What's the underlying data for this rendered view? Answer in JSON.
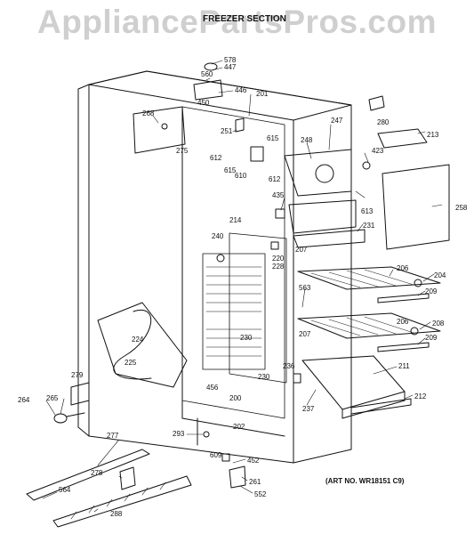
{
  "watermark": "AppliancePartsPros.com",
  "section_title": "FREEZER SECTION",
  "art_number": "(ART NO. WR18151 C9)",
  "callouts": [
    {
      "id": "578"
    },
    {
      "id": "447"
    },
    {
      "id": "560"
    },
    {
      "id": "446"
    },
    {
      "id": "450"
    },
    {
      "id": "201"
    },
    {
      "id": "268"
    },
    {
      "id": "275"
    },
    {
      "id": "251"
    },
    {
      "id": "247"
    },
    {
      "id": "280"
    },
    {
      "id": "213"
    },
    {
      "id": "615"
    },
    {
      "id": "248"
    },
    {
      "id": "612"
    },
    {
      "id": "423"
    },
    {
      "id": "615"
    },
    {
      "id": "610"
    },
    {
      "id": "612"
    },
    {
      "id": "613"
    },
    {
      "id": "435"
    },
    {
      "id": "258"
    },
    {
      "id": "231"
    },
    {
      "id": "214"
    },
    {
      "id": "240"
    },
    {
      "id": "207"
    },
    {
      "id": "220"
    },
    {
      "id": "228"
    },
    {
      "id": "206"
    },
    {
      "id": "204"
    },
    {
      "id": "563"
    },
    {
      "id": "209"
    },
    {
      "id": "206"
    },
    {
      "id": "208"
    },
    {
      "id": "207"
    },
    {
      "id": "209"
    },
    {
      "id": "224"
    },
    {
      "id": "230"
    },
    {
      "id": "225"
    },
    {
      "id": "211"
    },
    {
      "id": "236"
    },
    {
      "id": "230"
    },
    {
      "id": "279"
    },
    {
      "id": "456"
    },
    {
      "id": "212"
    },
    {
      "id": "200"
    },
    {
      "id": "264"
    },
    {
      "id": "265"
    },
    {
      "id": "237"
    },
    {
      "id": "202"
    },
    {
      "id": "293"
    },
    {
      "id": "277"
    },
    {
      "id": "609"
    },
    {
      "id": "452"
    },
    {
      "id": "278"
    },
    {
      "id": "261"
    },
    {
      "id": "564"
    },
    {
      "id": "552"
    },
    {
      "id": "288"
    }
  ]
}
